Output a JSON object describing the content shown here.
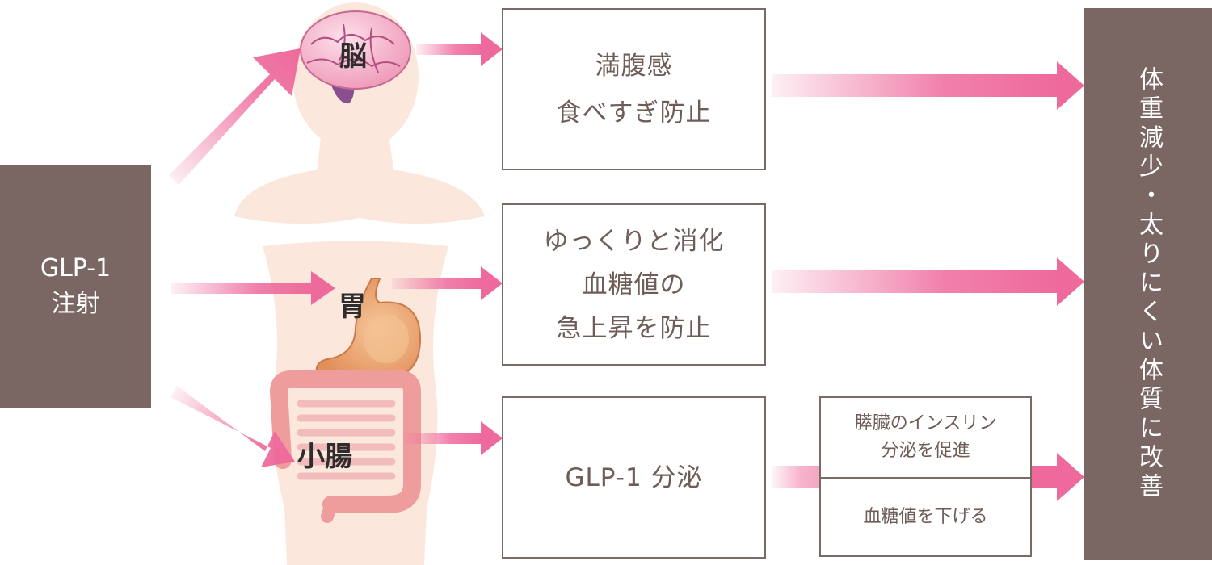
{
  "source": {
    "line1": "GLP-1",
    "line2": "注射"
  },
  "organs": {
    "brain": "脳",
    "stomach": "胃",
    "intestine": "小腸"
  },
  "effects": {
    "satiety": [
      "満腹感",
      "食べすぎ防止"
    ],
    "digestion": [
      "ゆっくりと消化",
      "血糖値の",
      "急上昇を防止"
    ],
    "secretion": "GLP-1 分泌"
  },
  "insulin": {
    "top": [
      "膵臓のインスリン",
      "分泌を促進"
    ],
    "bottom": "血糖値を下げる"
  },
  "result": "体重減少・太りにくい体質に改善",
  "colors": {
    "arrow": "#ee6a9c",
    "arrow_fade": "#f7c6d8",
    "dark_box": "#7a6764",
    "box_border": "#7a6a66",
    "body_skin": "#fbe7dc",
    "stomach": "#e8a068",
    "intestine": "#ef9c9c",
    "brain": "#f2a3bf"
  },
  "icons": [
    "brain-icon",
    "stomach-icon",
    "intestine-icon",
    "body-silhouette"
  ]
}
